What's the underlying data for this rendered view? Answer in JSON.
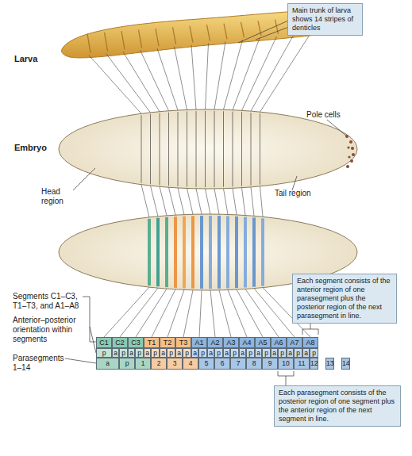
{
  "diagram": {
    "nodes": [
      {
        "text": [
          "Main trunk of larva shows 14 stripes of denticles"
        ]
      },
      {
        "text": [
          "Each segment consists of the anterior region of one parasegment plus the posterior region of the next parasegment in line."
        ]
      },
      {
        "text": [
          "Each parasegment consists of the posterior region of one segment plus the anterior region of the next segment in line."
        ]
      }
    ],
    "labels": [
      "Larva",
      "Embryo",
      "Pole cells",
      "Head region",
      "Tail region",
      "Segments C1–C3, T1–T3, and A1–A8",
      "Anterior–posterior orientation within segments",
      "Parasegments 1–14",
      "C1",
      "C2",
      "C3",
      "T1",
      "T2",
      "T3",
      "A1",
      "A2",
      "A3",
      "A4",
      "A5",
      "A6",
      "A7",
      "A8",
      "p",
      "a",
      "p",
      "a",
      "p",
      "a",
      "p",
      "a",
      "p",
      "a",
      "p",
      "a",
      "p",
      "a",
      "p",
      "a",
      "p",
      "a",
      "p",
      "a",
      "p",
      "a",
      "p",
      "a",
      "p",
      "a",
      "p",
      "a",
      "p",
      "1",
      "2",
      "3",
      "4",
      "5",
      "6",
      "7",
      "8",
      "9",
      "10",
      "11",
      "12",
      "13",
      "14"
    ]
  }
}
